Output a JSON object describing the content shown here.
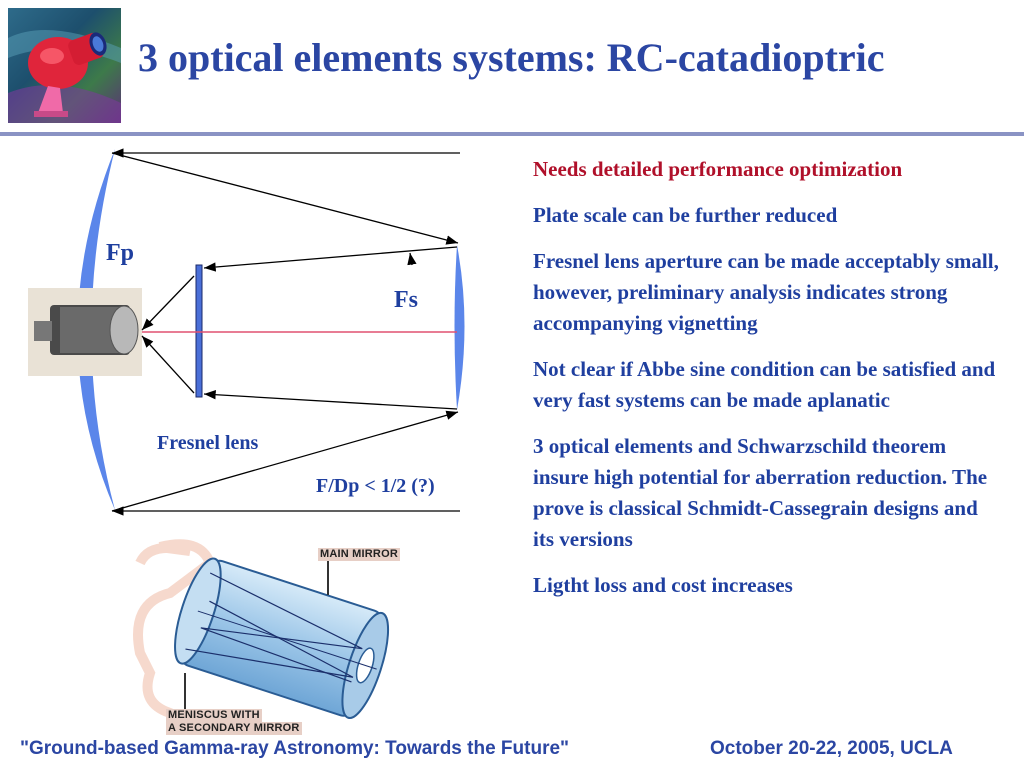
{
  "title": "3 optical elements systems: RC-catadioptric",
  "diagram": {
    "labels": {
      "fp": "Fp",
      "fs": "Fs",
      "fresnel": "Fresnel lens",
      "f_dp": "F/Dp < 1/2 (?)"
    }
  },
  "telescope_labels": {
    "main_mirror": "MAIN MIRROR",
    "meniscus_line1": "MENISCUS WITH",
    "meniscus_line2": "A SECONDARY MIRROR"
  },
  "points": [
    "Needs detailed performance optimization",
    "Plate scale can be further reduced",
    "Fresnel lens aperture can be made acceptably small, however, preliminary analysis indicates strong accompanying vignetting",
    "Not clear if Abbe sine condition can be satisfied and very fast systems can be made aplanatic",
    "3 optical elements and Schwarzschild theorem insure high potential for aberration reduction. The prove is classical Schmidt-Cassegrain designs and its versions",
    "Ligtht loss and cost increases"
  ],
  "footer": {
    "left": "\"Ground-based Gamma-ray Astronomy: Towards the Future\"",
    "right": "October 20-22, 2005, UCLA"
  },
  "colors": {
    "title": "#2b46a3",
    "text": "#1f3f9f",
    "alert": "#b0102a",
    "mirror": "#5b86ea",
    "axis": "#e05070"
  }
}
